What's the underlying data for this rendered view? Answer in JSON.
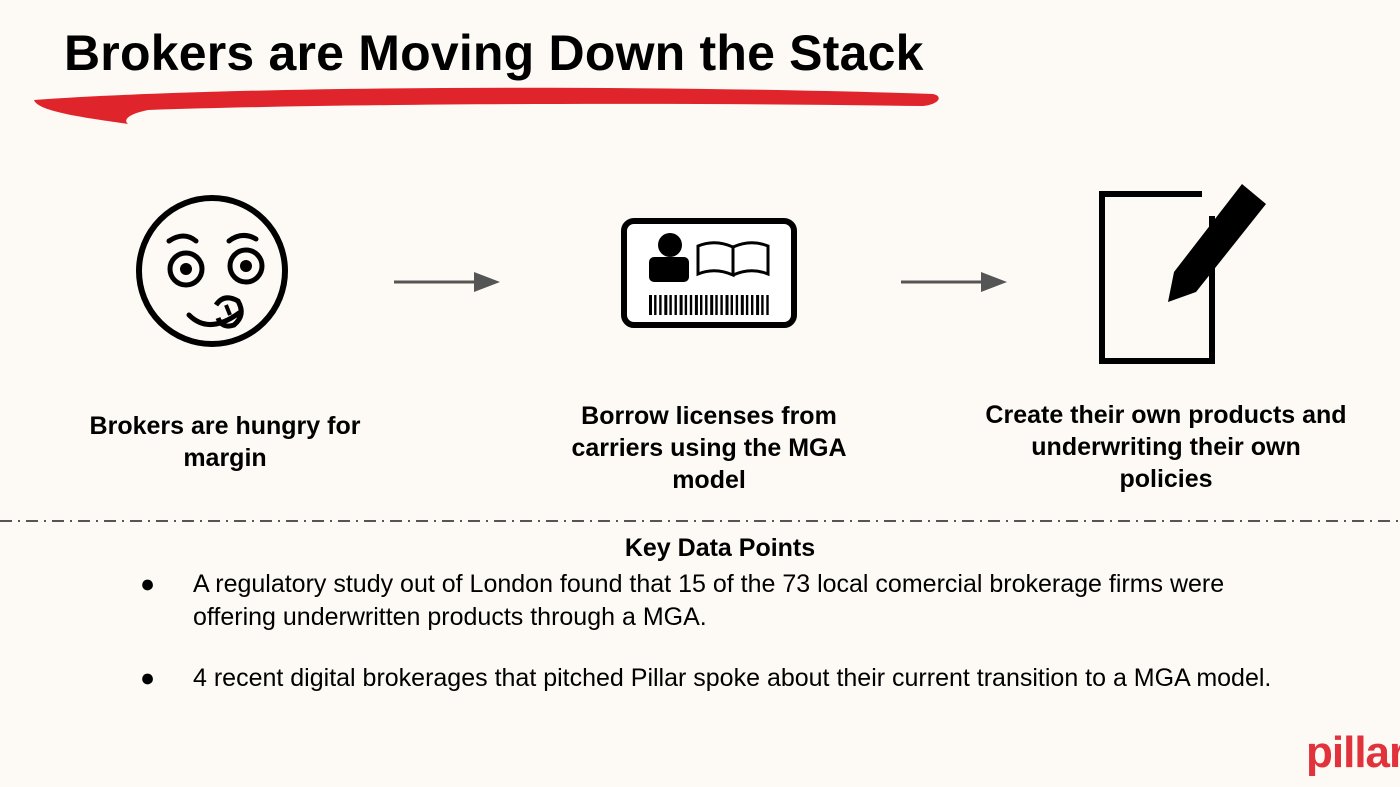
{
  "title": "Brokers are Moving Down the Stack",
  "accent_color": "#e0242b",
  "steps": [
    {
      "icon": "hungry-face-icon",
      "caption": "Brokers are hungry for margin"
    },
    {
      "icon": "license-card-icon",
      "caption": "Borrow licenses from carriers using the MGA model"
    },
    {
      "icon": "document-pen-icon",
      "caption": "Create their own products and underwriting their own policies"
    }
  ],
  "key_data": {
    "heading": "Key Data Points",
    "bullet_glyph": "●",
    "points": [
      "A regulatory study out of London found that 15 of the 73 local comercial brokerage firms were offering underwritten products through a MGA.",
      "4 recent digital brokerages that pitched Pillar spoke about their current transition to a MGA model."
    ]
  },
  "logo": "pillar"
}
